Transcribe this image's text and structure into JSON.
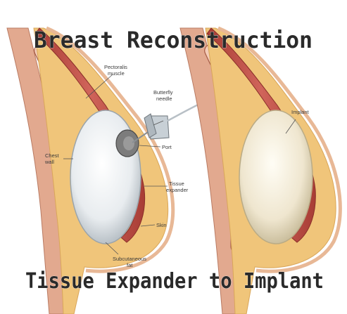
{
  "title": "Breast Reconstruction",
  "subtitle": "Tissue Expander to Implant",
  "left_panel": {
    "labels": {
      "pectoralis": [
        "Pectoralis",
        "muscle"
      ],
      "butterfly": [
        "Butterfly",
        "needle"
      ],
      "port": "Port",
      "chest_wall": [
        "Chest",
        "wall"
      ],
      "tissue_expander": [
        "Tissue",
        "expander"
      ],
      "skin": "Skin",
      "subcutaneous": [
        "Subcutaneous",
        "fat"
      ]
    }
  },
  "right_panel": {
    "labels": {
      "implant": "Implant"
    }
  },
  "colors": {
    "muscle": "#c9544a",
    "muscle_dark": "#9b3a33",
    "fat": "#f0c57a",
    "skin": "#f5d3b0",
    "rib": "#e9b8a0",
    "expander": "#eef1f4",
    "implant": "#f2ecd9",
    "port": "#777777",
    "banner_text": "#2a2a2a"
  }
}
